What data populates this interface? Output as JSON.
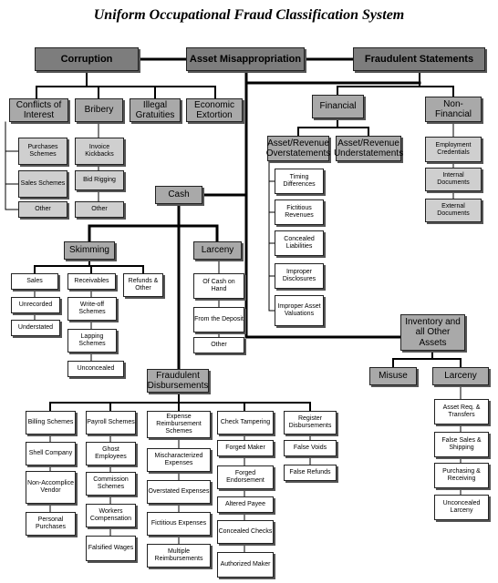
{
  "title": "Uniform Occupational Fraud Classification System",
  "nodes": {
    "corruption": "Corruption",
    "asset_misappropriation": "Asset Misappropriation",
    "fraudulent_statements": "Fraudulent Statements",
    "conflicts_of_interest": "Conflicts of Interest",
    "bribery": "Bribery",
    "illegal_gratuities": "Illegal Gratuities",
    "economic_extortion": "Economic Extortion",
    "purchases_schemes": "Purchases Schemes",
    "sales_schemes": "Sales Schemes",
    "coi_other": "Other",
    "invoice_kickbacks": "Invoice Kickbacks",
    "bid_rigging": "Bid Rigging",
    "bribery_other": "Other",
    "financial": "Financial",
    "non_financial": "Non-Financial",
    "asset_revenue_overstatements": "Asset/Revenue Overstatements",
    "asset_revenue_understatements": "Asset/Revenue Understatements",
    "timing_differences": "Timing Differences",
    "fictitious_revenues": "Fictitious Revenues",
    "concealed_liabilities": "Concealed Liabilities",
    "improper_disclosures": "Improper Disclosures",
    "improper_asset_valuations": "Improper Asset Valuations",
    "employment_credentials": "Employment Credentials",
    "internal_documents": "Internal Documents",
    "external_documents": "External Documents",
    "cash": "Cash",
    "skimming": "Skimming",
    "larceny_cash": "Larceny",
    "sales": "Sales",
    "receivables": "Receivables",
    "refunds_other": "Refunds & Other",
    "unrecorded": "Unrecorded",
    "understated": "Understated",
    "write_off_schemes": "Write-off Schemes",
    "lapping_schemes": "Lapping Schemes",
    "unconcealed": "Unconcealed",
    "of_cash_on_hand": "Of Cash on Hand",
    "from_the_deposit": "From the Deposit",
    "larceny_other": "Other",
    "inventory_all_other_assets": "Inventory and all Other Assets",
    "misuse": "Misuse",
    "larceny_inventory": "Larceny",
    "asset_req_transfers": "Asset Req. & Transfers",
    "false_sales_shipping": "False Sales & Shipping",
    "purchasing_receiving": "Purchasing & Receiving",
    "unconcealed_larceny": "Unconcealed Larceny",
    "fraudulent_disbursements": "Fraudulent Disbursements",
    "billing_schemes": "Billing Schemes",
    "payroll_schemes": "Payroll Schemes",
    "expense_reimbursement_schemes": "Expense Reimbursement Schemes",
    "check_tampering": "Check Tampering",
    "register_disbursements": "Register Disbursements",
    "shell_company": "Shell Company",
    "non_accomplice_vendor": "Non-Accomplice Vendor",
    "personal_purchases": "Personal Purchases",
    "ghost_employees": "Ghost Employees",
    "commission_schemes": "Commission Schemes",
    "workers_compensation": "Workers Compensation",
    "falsified_wages": "Falsified Wages",
    "mischaracterized_expenses": "Mischaracterized Expenses",
    "overstated_expenses": "Overstated Expenses",
    "fictitious_expenses": "Fictitious Expenses",
    "multiple_reimbursements": "Multiple Reimbursements",
    "forged_maker": "Forged Maker",
    "forged_endorsement": "Forged Endorsement",
    "altered_payee": "Altered Payee",
    "concealed_checks": "Concealed Checks",
    "authorized_maker": "Authorized Maker",
    "false_voids": "False Voids",
    "false_refunds": "False Refunds"
  }
}
